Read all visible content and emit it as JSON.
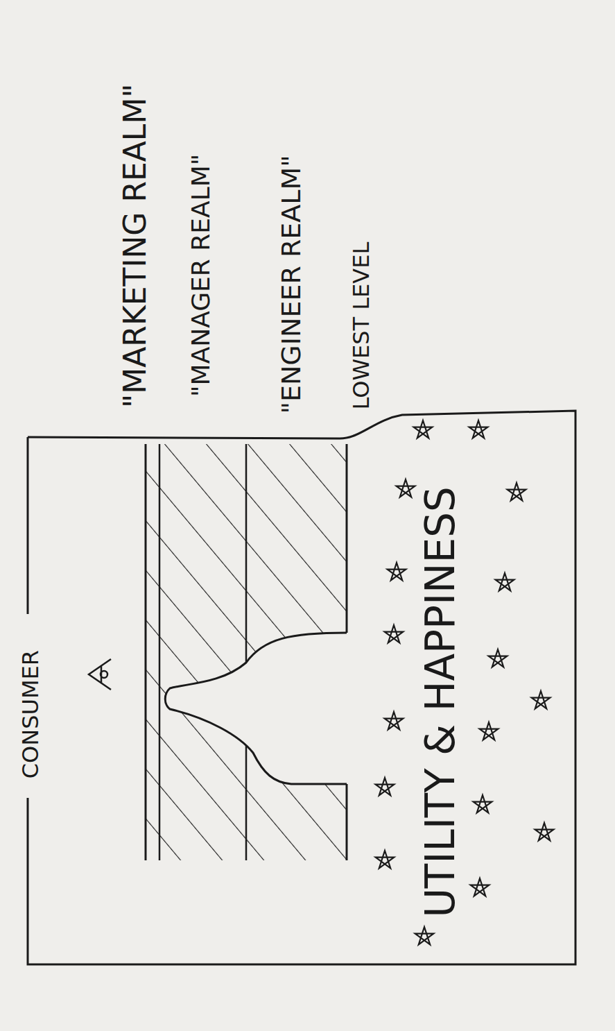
{
  "diagram": {
    "nodes": [
      {
        "text": [
          "\"MARKETING REALM\""
        ]
      },
      {
        "text": [
          "\"MANAGER REALM\""
        ]
      },
      {
        "text": [
          "\"ENGINEER REALM\""
        ]
      },
      {
        "text": [
          "LOWEST LEVEL",
          "UTILITY & HAPPINESS"
        ]
      }
    ],
    "labels": [
      "CONSUMER"
    ]
  }
}
